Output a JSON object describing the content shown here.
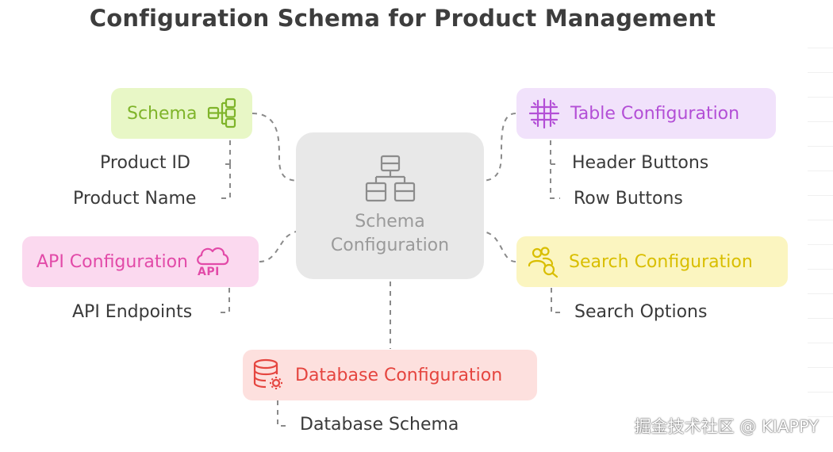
{
  "title": "Configuration Schema for Product Management",
  "center": {
    "label_line1": "Schema",
    "label_line2": "Configuration"
  },
  "nodes": {
    "schema": {
      "label": "Schema",
      "children": [
        "Product ID",
        "Product Name"
      ]
    },
    "table": {
      "label": "Table Configuration",
      "children": [
        "Header Buttons",
        "Row Buttons"
      ]
    },
    "api": {
      "label": "API Configuration",
      "icon_text": "API",
      "children": [
        "API Endpoints"
      ]
    },
    "search": {
      "label": "Search Configuration",
      "children": [
        "Search Options"
      ]
    },
    "database": {
      "label": "Database Configuration",
      "children": [
        "Database Schema"
      ]
    }
  },
  "colors": {
    "schema_bg": "#e8f7c6",
    "schema_fg": "#7fb42a",
    "table_bg": "#f1e2fb",
    "table_fg": "#b34fd6",
    "api_bg": "#fbd9ef",
    "api_fg": "#e24aa8",
    "search_bg": "#fbf5c0",
    "search_fg": "#d9be00",
    "database_bg": "#fde0de",
    "database_fg": "#e5453f",
    "center_bg": "#e8e8e8",
    "connector": "#8a8a8a"
  },
  "icons": {
    "schema": "schema-icon",
    "table": "grid-icon",
    "api": "cloud-api-icon",
    "search": "user-search-icon",
    "database": "database-gear-icon",
    "center": "hierarchy-icon"
  },
  "watermark": "掘金技术社区 @ KIAPPY"
}
